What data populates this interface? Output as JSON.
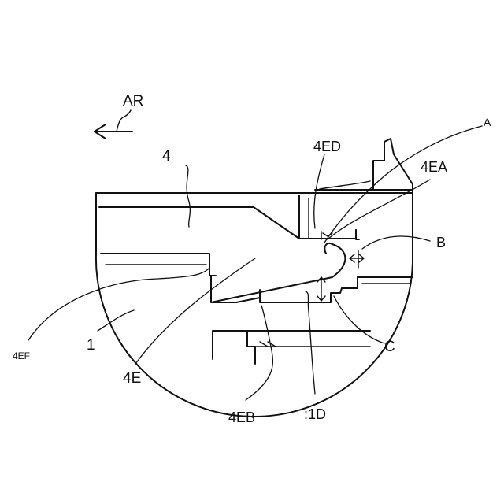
{
  "labels": {
    "ar": "AR",
    "a": "A",
    "l4": "4",
    "l4ed": "4ED",
    "l4ea": "4EA",
    "b": "B",
    "l4ef": "4EF",
    "l1": "1",
    "l4e": "4E",
    "c": "C",
    "l4eb": "4EB",
    "l1d": ":1D"
  }
}
